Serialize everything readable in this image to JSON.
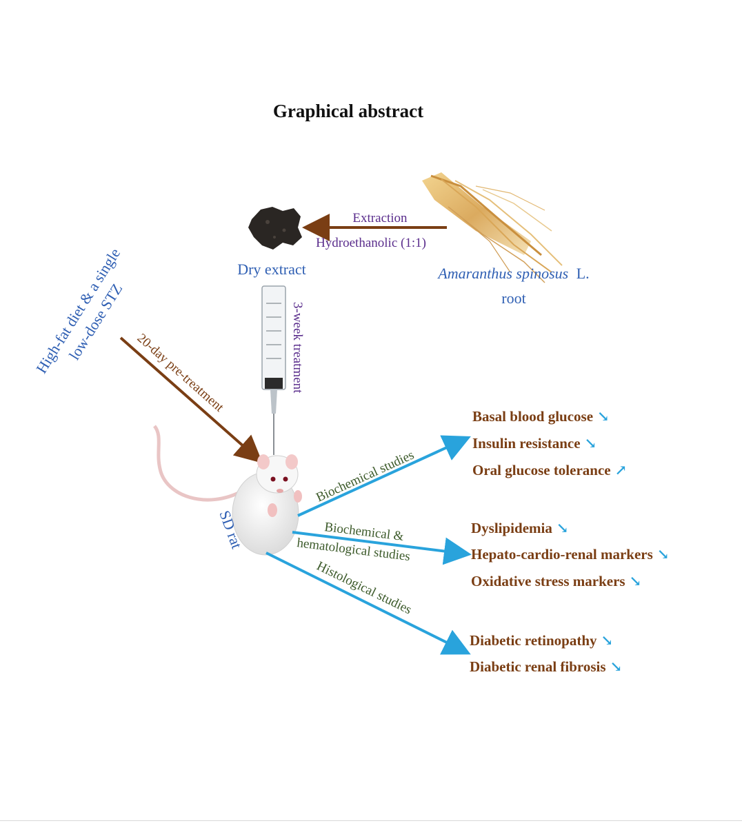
{
  "title": "Graphical abstract",
  "extraction": {
    "label": "Extraction",
    "solvent": "Hydroethanolic (1:1)"
  },
  "dry_extract_label": "Dry extract",
  "plant": {
    "name_italic": "Amaranthus spinosus",
    "authority": "L.",
    "part": "root"
  },
  "induction": {
    "line1": "High-fat diet & a single",
    "line2": "low-dose STZ"
  },
  "pretreatment_label": "20-day pre-treatment",
  "treatment_label": "3-week treatment",
  "rat_label": "SD rat",
  "studies": {
    "biochemical": "Biochemical studies",
    "biochem_hemato_line1": "Biochemical &",
    "biochem_hemato_line2": "hematological studies",
    "histological": "Histological studies"
  },
  "outcomes": [
    {
      "label": "Basal blood glucose",
      "arrow": "↘"
    },
    {
      "label": "Insulin resistance",
      "arrow": "↘"
    },
    {
      "label": "Oral glucose tolerance",
      "arrow": "↗"
    },
    {
      "label": "Dyslipidemia",
      "arrow": "↘"
    },
    {
      "label": "Hepato-cardio-renal markers",
      "arrow": "↘"
    },
    {
      "label": "Oxidative stress markers",
      "arrow": "↘"
    },
    {
      "label": "Diabetic retinopathy",
      "arrow": "↘"
    },
    {
      "label": "Diabetic renal fibrosis",
      "arrow": "↘"
    }
  ],
  "colors": {
    "title": "#111111",
    "blue_label": "#2f5fb3",
    "purple_label": "#5a2d8c",
    "brown_arrow": "#7a3e14",
    "brown_text": "#7a3e14",
    "green_text": "#3c5a2a",
    "cyan_arrow": "#29a3dc"
  }
}
